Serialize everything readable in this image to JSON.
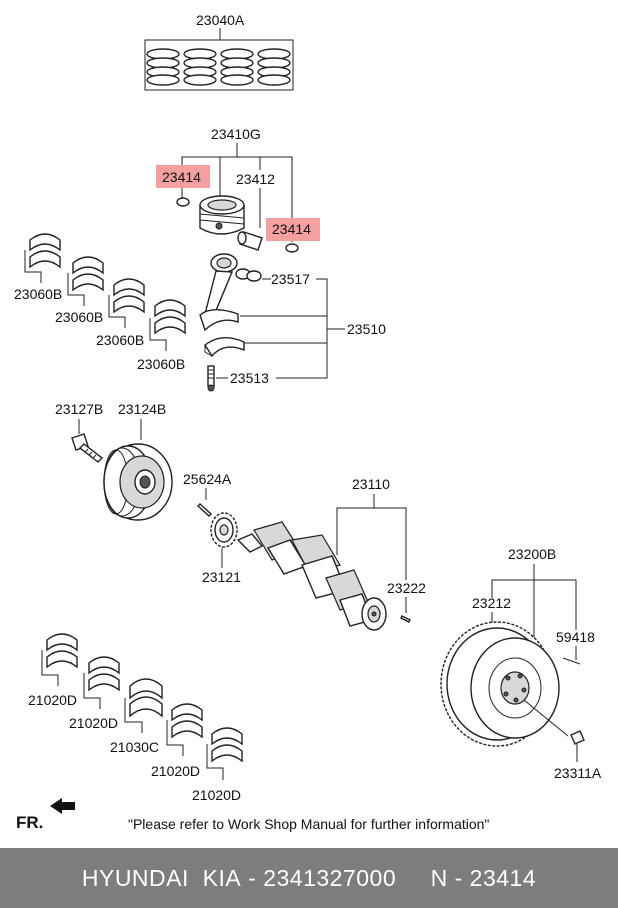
{
  "labels": {
    "l23040A": "23040A",
    "l23410G": "23410G",
    "l23414a": "23414",
    "l23412": "23412",
    "l23414b": "23414",
    "l23517": "23517",
    "l23510": "23510",
    "l23513": "23513",
    "l23060B_1": "23060B",
    "l23060B_2": "23060B",
    "l23060B_3": "23060B",
    "l23060B_4": "23060B",
    "l23127B": "23127B",
    "l23124B": "23124B",
    "l25624A": "25624A",
    "l23121": "23121",
    "l23110": "23110",
    "l23222": "23222",
    "l23200B": "23200B",
    "l23212": "23212",
    "l59418": "59418",
    "l23311A": "23311A",
    "l21020D_1": "21020D",
    "l21020D_2": "21020D",
    "l21030C": "21030C",
    "l21020D_3": "21020D",
    "l21020D_4": "21020D"
  },
  "fr_label": "FR.",
  "note": "\"Please refer to Work Shop Manual for further information\"",
  "footer": {
    "brand": "HYUNDAI  KIA",
    "sep1": " - ",
    "part_number": "2341327000",
    "gap": "     ",
    "n_label": "N",
    "sep2": " - ",
    "n_value": "23414"
  },
  "colors": {
    "highlight": "#f4a0a0",
    "footer_bg": "#7d7d7d",
    "footer_text": "#ffffff"
  }
}
